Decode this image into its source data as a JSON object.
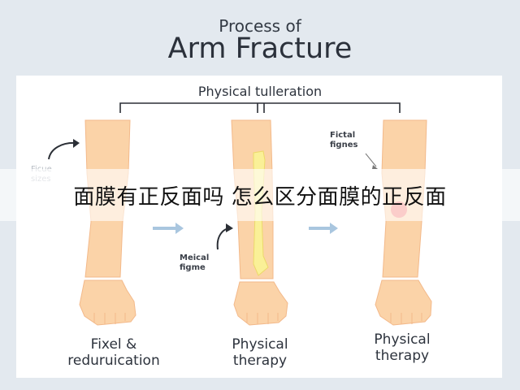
{
  "header": {
    "title_line1": "Process of",
    "title_line2": "Arm Fracture"
  },
  "diagram": {
    "section_title": "Physical tulleration",
    "steps": [
      {
        "caption_line1": "Fixel &",
        "caption_line2": "reduruication"
      },
      {
        "caption_line1": "Physical",
        "caption_line2": "therapy"
      },
      {
        "caption_line1": "Physical",
        "caption_line2": "therapy"
      }
    ],
    "annotations": {
      "ficue": "Ficue\nsizes",
      "meical": "Meical\nfigme",
      "fictal": "Fictal\nfignes"
    },
    "colors": {
      "skin": "#fbd3a8",
      "skin_outline": "#f3b98a",
      "bone": "#faf097",
      "bone_outline": "#ecd96a",
      "injury": "#f26b6b",
      "arrow": "#a9c6df"
    }
  },
  "overlay": {
    "text": "面膜有正反面吗 怎么区分面膜的正反面"
  }
}
